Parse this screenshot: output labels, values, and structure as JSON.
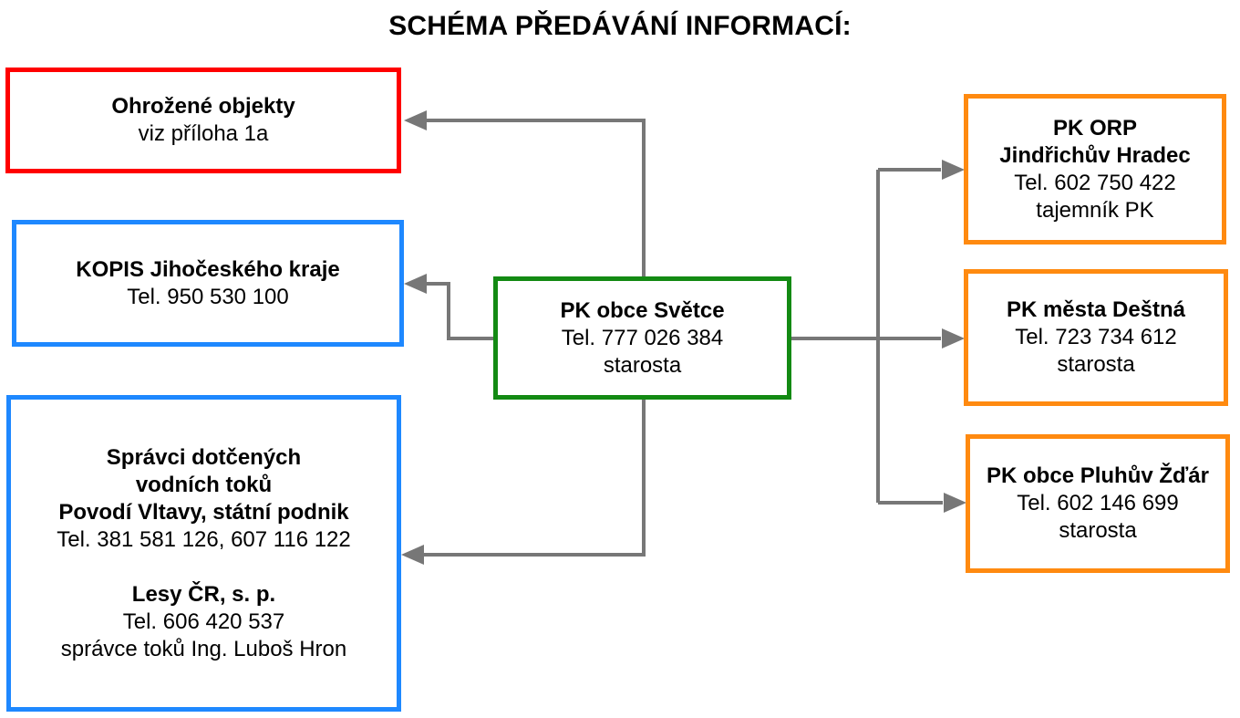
{
  "title": "SCHÉMA PŘEDÁVÁNÍ INFORMACÍ:",
  "colors": {
    "threat": "#ff0000",
    "agency": "#1e88ff",
    "center": "#138a13",
    "municipality": "#ff8a10",
    "connector": "#777777"
  },
  "center": {
    "name": "PK obce Světce",
    "phone": "Tel. 777 026 384",
    "role": "starosta"
  },
  "left": {
    "threatened": {
      "name": "Ohrožené objekty",
      "note": "viz příloha 1a"
    },
    "kopis": {
      "name": "KOPIS Jihočeského kraje",
      "phone": "Tel. 950 530 100"
    },
    "water": {
      "line1": "Správci dotčených",
      "line2": "vodních toků",
      "line3": "Povodí Vltavy, státní podnik",
      "phone": "Tel. 381 581 126, 607 116 122",
      "forest_name": "Lesy ČR, s. p.",
      "forest_phone": "Tel. 606 420 537",
      "forest_contact": "správce toků Ing. Luboš Hron"
    }
  },
  "right": {
    "orp": {
      "line1": "PK ORP",
      "line2": "Jindřichův Hradec",
      "phone": "Tel. 602 750 422",
      "role": "tajemník PK"
    },
    "destna": {
      "name": "PK města Deštná",
      "phone": "Tel. 723 734 612",
      "role": "starosta"
    },
    "pluhuv": {
      "name": "PK obce Pluhův Žďár",
      "phone": "Tel. 602 146 699",
      "role": "starosta"
    }
  }
}
